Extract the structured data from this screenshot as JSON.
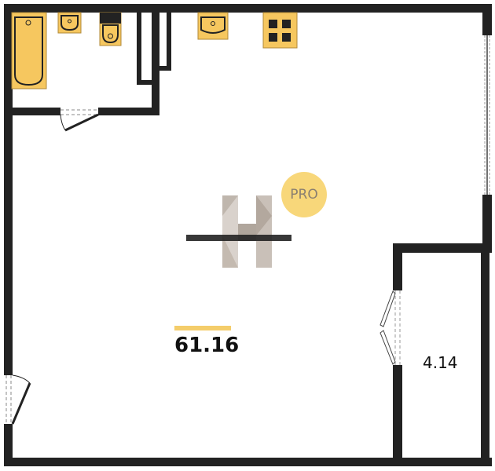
{
  "rooms": {
    "main_area": "61.16",
    "storage_area": "4.14"
  },
  "logo": {
    "badge": "PRO",
    "letter": "H"
  },
  "colors": {
    "wall": "#222222",
    "fixture": "#f6c75f",
    "accent": "#f4cd6a",
    "badge": "#f8d77a"
  }
}
